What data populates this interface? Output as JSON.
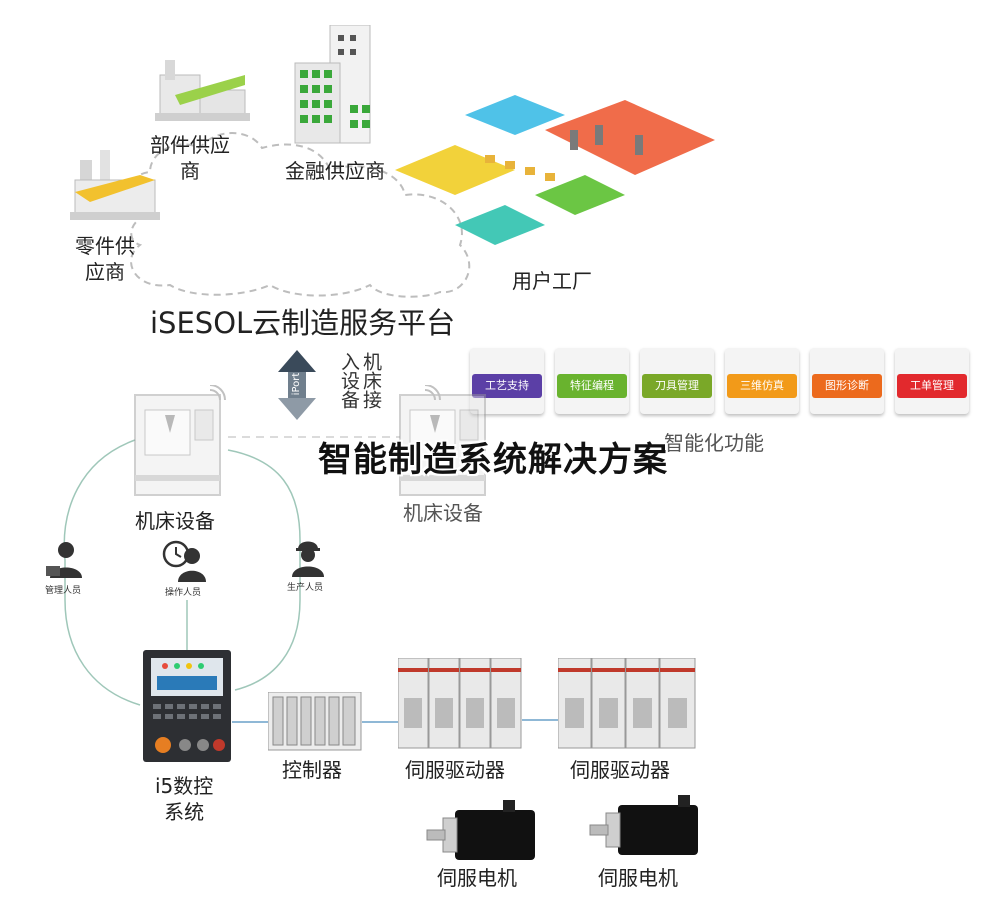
{
  "cloud": {
    "parts_supplier": "部件供应\n商",
    "finance_supplier": "金融供应商",
    "component_supplier": "零件供\n应商",
    "user_factory": "用户工厂",
    "platform_title": "iSESOL云制造服务平台"
  },
  "connector": {
    "iport_label": "iPort",
    "machine_access": "机床接\n入设备"
  },
  "functions": {
    "items": [
      {
        "label": "工艺支持",
        "color": "#5b3fa6"
      },
      {
        "label": "特征编程",
        "color": "#69b32e"
      },
      {
        "label": "刀具管理",
        "color": "#7aa828"
      },
      {
        "label": "三维仿真",
        "color": "#f29a19"
      },
      {
        "label": "图形诊断",
        "color": "#ec6a1d"
      },
      {
        "label": "工单管理",
        "color": "#e2292d"
      }
    ],
    "caption": "智能化功能"
  },
  "headline": "智能制造系统解决方案",
  "shop": {
    "machine_left": "机床设备",
    "machine_right": "机床设备",
    "manager": "管理人员",
    "operator": "操作人员",
    "producer": "生产人员",
    "cnc": "i5数控\n系统",
    "controller": "控制器",
    "servo_driver_1": "伺服驱动器",
    "servo_driver_2": "伺服驱动器",
    "servo_motor_1": "伺服电机",
    "servo_motor_2": "伺服电机"
  }
}
